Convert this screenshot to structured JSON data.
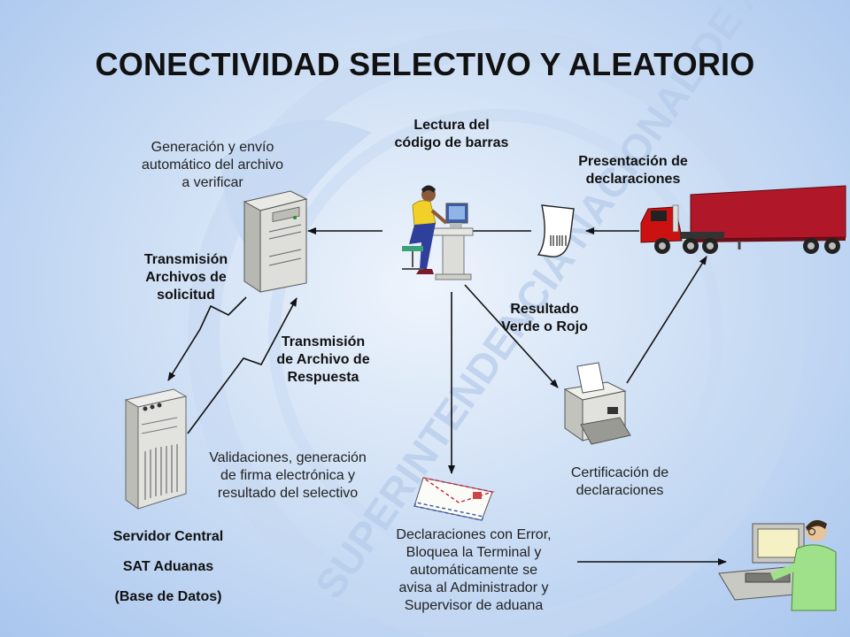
{
  "title": "CONECTIVIDAD SELECTIVO Y ALEATORIO",
  "watermark": "SUPERINTENDENCIA NACIONAL DE ADMINISTRACION TRIBUTARIA",
  "labels": {
    "lectura": [
      "Lectura del",
      "código de barras"
    ],
    "generacion": [
      "Generación y envío",
      "automático del archivo",
      "a verificar"
    ],
    "presentacion": [
      "Presentación de",
      "declaraciones"
    ],
    "transmision_solicitud": [
      "Transmisión",
      "Archivos de",
      "solicitud"
    ],
    "resultado": [
      "Resultado",
      "Verde o Rojo"
    ],
    "transmision_respuesta": [
      "Transmisión",
      "de Archivo de",
      "Respuesta"
    ],
    "validaciones": [
      "Validaciones, generación",
      "de firma electrónica y",
      "resultado del selectivo"
    ],
    "certificacion": [
      "Certificación de",
      "declaraciones"
    ],
    "servidor": [
      "Servidor Central",
      "SAT Aduanas",
      "(Base de Datos)"
    ],
    "errores": [
      "Declaraciones con Error,",
      "Bloquea la Terminal y",
      "automáticamente se",
      "avisa al Administrador y",
      "Supervisor de aduana"
    ]
  },
  "colors": {
    "background": "#b7d0f0",
    "truck_cab": "#cc1111",
    "trailer": "#b0182a",
    "arrows": "#111111"
  }
}
